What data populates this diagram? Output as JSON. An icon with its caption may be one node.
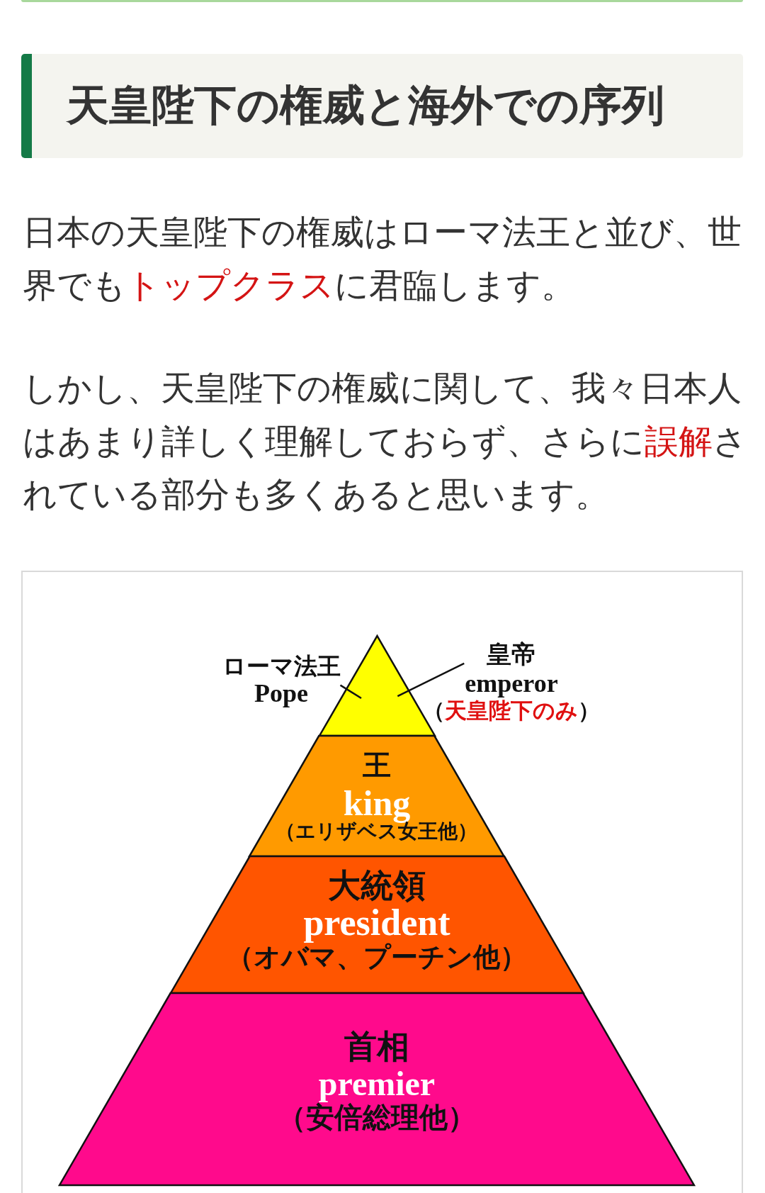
{
  "diagram": {
    "title": "天皇陛下の権威と海外での序列",
    "nodes": [
      {
        "text": [
          "ローマ法王",
          "Pope"
        ]
      },
      {
        "text": [
          "皇帝",
          "emperor",
          "（**天皇陛下のみ**）"
        ]
      },
      {
        "text": [],
        "shape": "triangle"
      },
      {
        "text": [
          "王",
          "king",
          "（エリザベス女王他）"
        ]
      },
      {
        "text": [
          "大統領",
          "president",
          "（オバマ、プーチン他）"
        ]
      },
      {
        "text": [
          "首相",
          "premier",
          "（安倍総理他）"
        ]
      }
    ],
    "edges": [
      {
        "from": 0,
        "to": 2,
        "arrow": "none"
      },
      {
        "from": 1,
        "to": 2,
        "arrow": "none"
      }
    ],
    "labels": [
      "日本の天皇陛下の権威はローマ法王と並び、世界でも**トップクラス**に君臨します。",
      "しかし、天皇陛下の権威に関して、我々日本人はあまり詳しく理解しておらず、さらに**誤解**されている部分も多くあると思います。"
    ]
  }
}
